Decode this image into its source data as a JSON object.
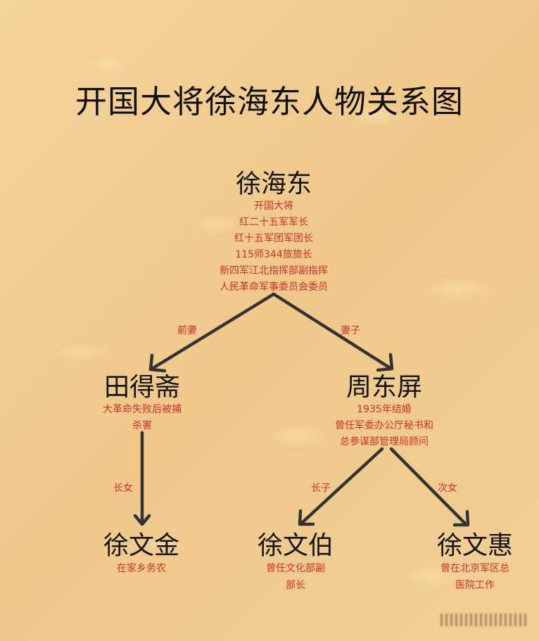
{
  "title": "开国大将徐海东人物关系图",
  "root": {
    "name": "徐海东",
    "desc": [
      "开国大将",
      "红二十五军军长",
      "红十五军团军团长",
      "115师344旅旅长",
      "新四军江北指挥部副指挥",
      "人民革命军事委员会委员"
    ]
  },
  "spouses": [
    {
      "name": "田得斋",
      "relation": "前妻",
      "desc": [
        "大革命失败后被捕",
        "杀害"
      ]
    },
    {
      "name": "周东屏",
      "relation": "妻子",
      "desc": [
        "1935年结婚",
        "曾任军委办公厅秘书和",
        "总参谋部管理局顾问"
      ]
    }
  ],
  "children": [
    {
      "name": "徐文金",
      "relation": "长女",
      "desc": [
        "在家乡务农"
      ]
    },
    {
      "name": "徐文伯",
      "relation": "长子",
      "desc": [
        "曾任文化部副",
        "部长"
      ]
    },
    {
      "name": "徐文惠",
      "relation": "次女",
      "desc": [
        "曾在北京军区总",
        "医院工作"
      ]
    }
  ],
  "colors": {
    "background": "#f3cd93",
    "name_text": "#151515",
    "desc_text": "#d0312d",
    "arrow": "#333333"
  }
}
